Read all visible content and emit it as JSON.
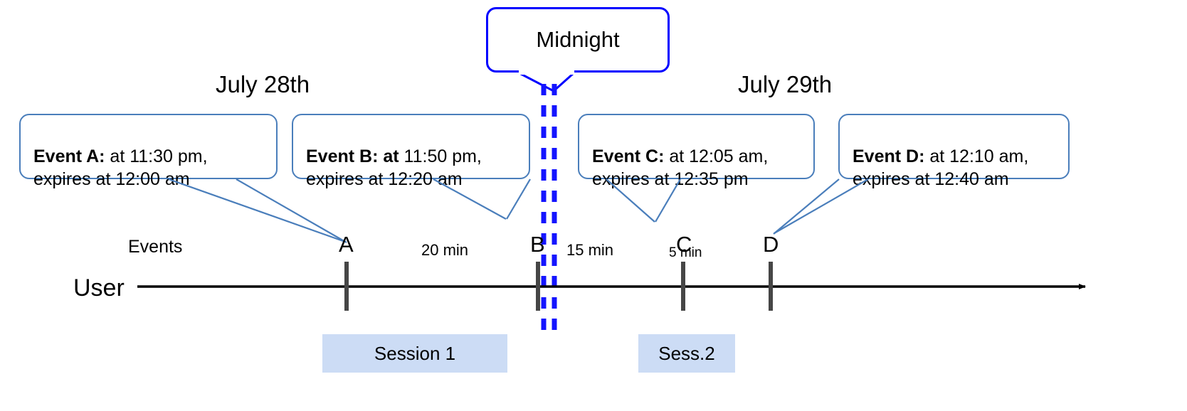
{
  "diagram": {
    "title_region": {
      "midnight_label": "Midnight",
      "date_left": "July 28th",
      "date_right": "July 29th"
    },
    "axis": {
      "row_label_events": "Events",
      "row_label_user": "User"
    },
    "callouts": [
      {
        "id": "event-a",
        "bold": "Event A:",
        "rest_line1": " at 11:30 pm,",
        "line2": "expires at 12:00 am"
      },
      {
        "id": "event-b",
        "bold": "Event B: at",
        "rest_line1": " 11:50 pm,",
        "line2": "expires at 12:20 am"
      },
      {
        "id": "event-c",
        "bold": "Event C:",
        "rest_line1": " at 12:05 am,",
        "line2": "expires at 12:35 pm"
      },
      {
        "id": "event-d",
        "bold": "Event D:",
        "rest_line1": "  at 12:10 am,",
        "line2": "expires at 12:40 am"
      }
    ],
    "ticks": [
      {
        "id": "tick-a",
        "label": "A"
      },
      {
        "id": "tick-b",
        "label": "B"
      },
      {
        "id": "tick-c",
        "label": "C"
      },
      {
        "id": "tick-d",
        "label": "D"
      }
    ],
    "gaps": [
      {
        "id": "gap-ab",
        "label": "20 min"
      },
      {
        "id": "gap-bc",
        "label": "15 min"
      },
      {
        "id": "gap-cd",
        "label": "5 min"
      }
    ],
    "sessions": [
      {
        "id": "session-1",
        "label": "Session 1"
      },
      {
        "id": "session-2",
        "label": "Sess.2"
      }
    ],
    "colors": {
      "callout_border": "#4a7ebb",
      "midnight_border": "#0000ff",
      "midnight_divider": "#1414ff",
      "session_fill": "#ccdcf5",
      "tick_color": "#464646",
      "axis_color": "#000000"
    }
  }
}
